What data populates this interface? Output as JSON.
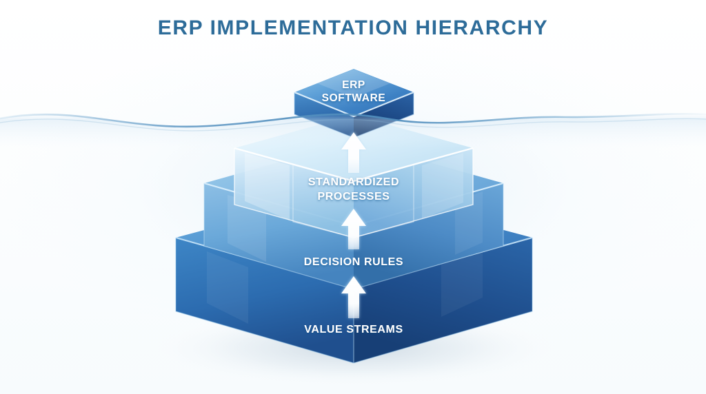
{
  "page": {
    "title": "ERP IMPLEMENTATION HIERARCHY",
    "background_color": "#fcfdfe",
    "title_color": "#2d6c99"
  },
  "diagram": {
    "type": "isometric-stepped-pyramid",
    "orientation": "bottom-up",
    "waterline": {
      "name": "waterline-wave",
      "color": "#6fa8cd",
      "description": "wavy horizontal surface line crossing the graphic just below the top block"
    },
    "layers": [
      {
        "id": "erp-software",
        "rank": 1,
        "position": "top",
        "label_lines": [
          "ERP",
          "SOFTWARE"
        ],
        "label": "ERP SOFTWARE",
        "fill_color": "#3f8cc8",
        "above_waterline": true
      },
      {
        "id": "standardized-processes",
        "rank": 2,
        "position": "second",
        "label_lines": [
          "STANDARDIZED",
          "PROCESSES"
        ],
        "label": "STANDARDIZED PROCESSES",
        "fill_color": "#c9e6f6",
        "above_waterline": false
      },
      {
        "id": "decision-rules",
        "rank": 3,
        "position": "third",
        "label_lines": [
          "DECISION RULES"
        ],
        "label": "DECISION RULES",
        "fill_color": "#67a9d8",
        "above_waterline": false
      },
      {
        "id": "value-streams",
        "rank": 4,
        "position": "bottom",
        "label_lines": [
          "VALUE STREAMS"
        ],
        "label": "VALUE STREAMS",
        "fill_color": "#2a6ab0",
        "above_waterline": false
      }
    ],
    "arrows": [
      {
        "id": "arrow-value-to-decision",
        "from": "value-streams",
        "to": "decision-rules",
        "direction": "up",
        "color": "#ffffff"
      },
      {
        "id": "arrow-decision-to-processes",
        "from": "decision-rules",
        "to": "standardized-processes",
        "direction": "up",
        "color": "#ffffff"
      },
      {
        "id": "arrow-processes-to-erp",
        "from": "standardized-processes",
        "to": "erp-software",
        "direction": "up",
        "color": "#ffffff"
      }
    ]
  }
}
